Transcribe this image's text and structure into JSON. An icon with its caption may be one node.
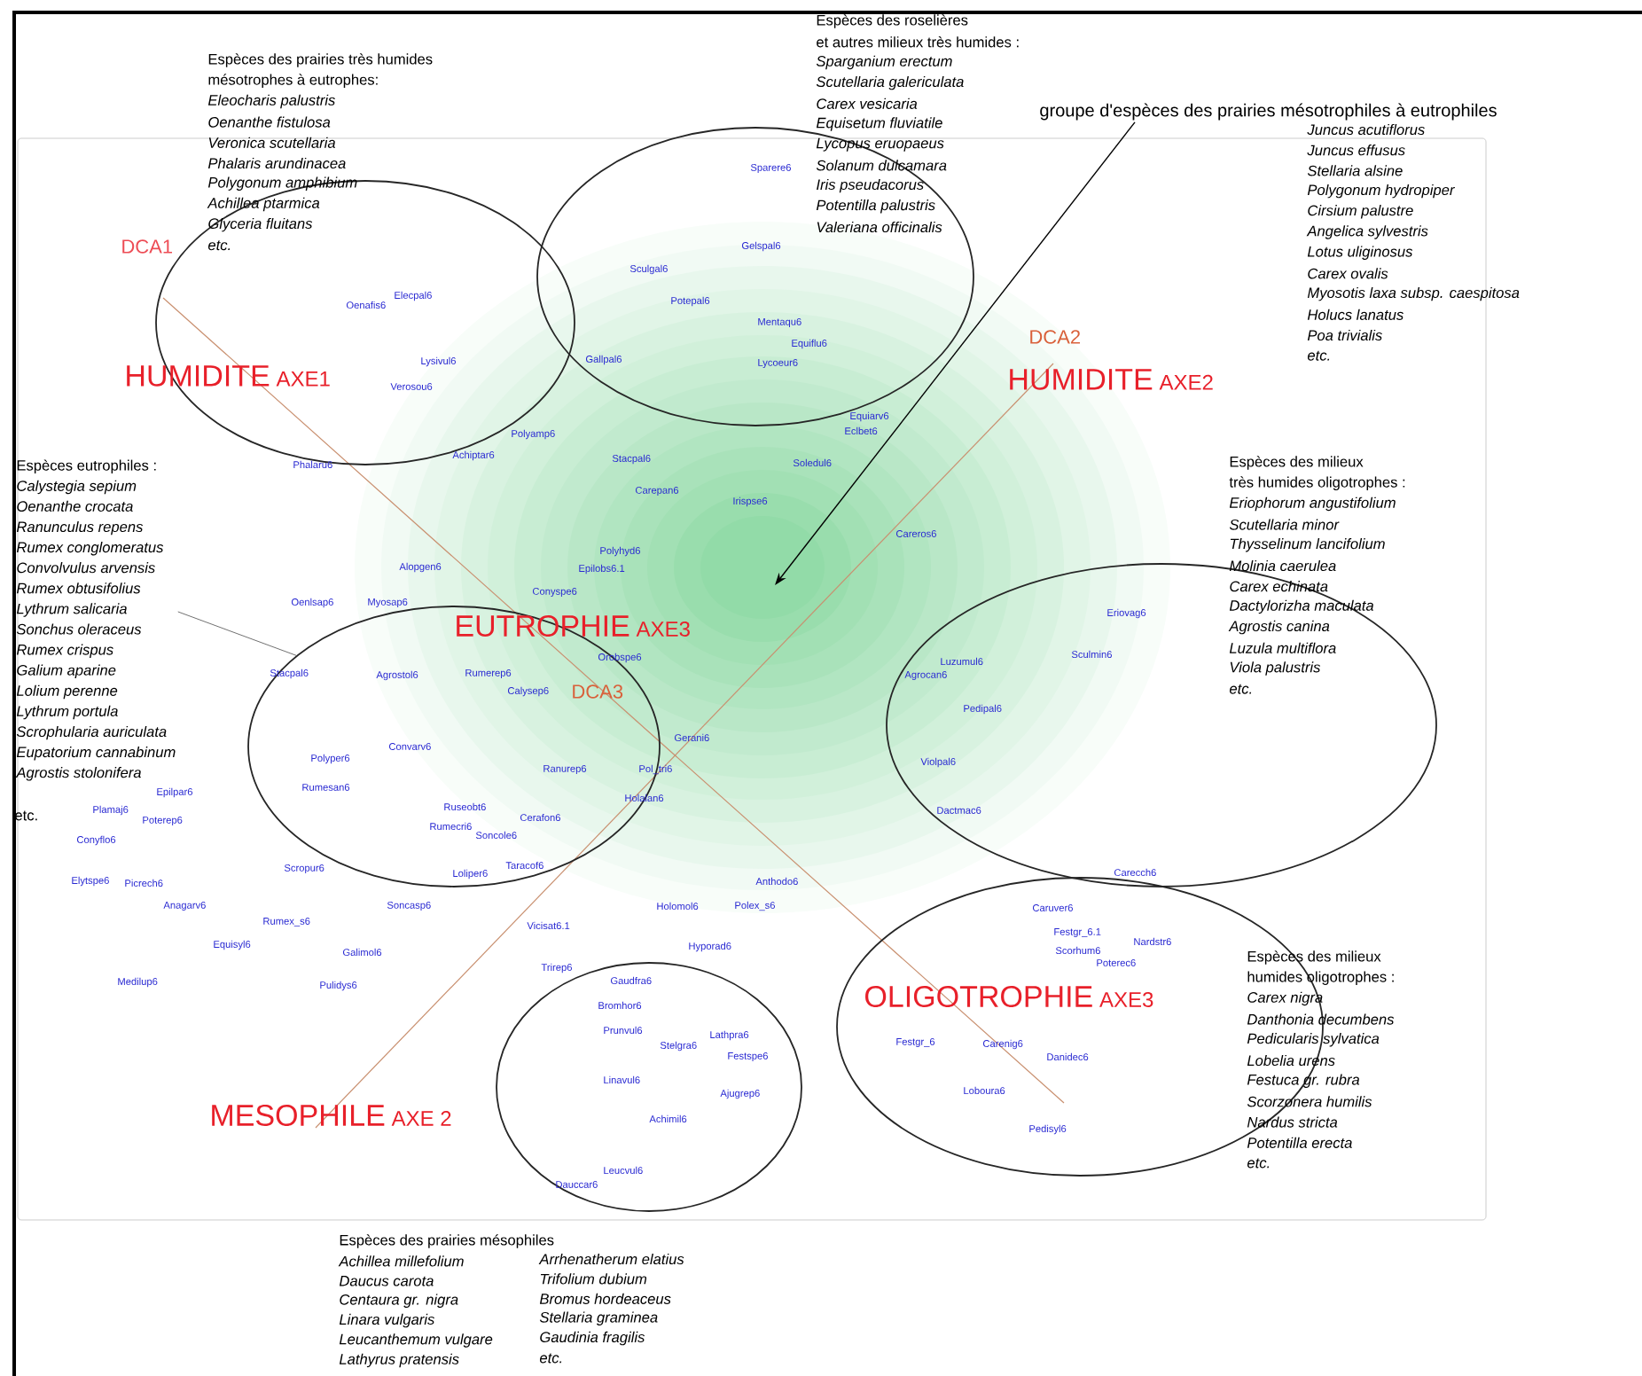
{
  "diagram": {
    "nodes": [
      {
        "text": [],
        "shape": "ellipse"
      },
      {
        "text": [],
        "shape": "ellipse"
      },
      {
        "text": [],
        "shape": "ellipse"
      },
      {
        "text": [],
        "shape": "ellipse"
      },
      {
        "text": [],
        "shape": "ellipse"
      },
      {
        "text": [],
        "shape": "ellipse"
      },
      {
        "text": [
          "groupe d'espèces des prairies mésotrophiles à eutrophiles"
        ]
      },
      {
        "text": [
          "Espèces eutrophiles :",
          "Calystegia sepium",
          "Oenanthe crocata",
          "Ranunculus repens",
          "Rumex conglomeratus",
          "Convolvulus arvensis",
          "Rumex obtusifolius",
          "Lythrum salicaria",
          "Sonchus oleraceus",
          "Rumex crispus",
          "Galium aparine",
          "Lolium perenne",
          "Lythrum portula",
          "Scrophularia auriculata",
          "Eupatorium cannabinum",
          "Agrostis stolonifera"
        ]
      }
    ],
    "edges": [
      {
        "from": 6,
        "to": null,
        "arrow": "to"
      },
      {
        "from": 7,
        "to": 2,
        "arrow": "none"
      }
    ],
    "labels": [
      "Espèces des roselières",
      "et autres milieux très humides :",
      "Sparganium erectum",
      "Scutellaria galericulata",
      "Carex vesicaria",
      "Equisetum fluviatile",
      "Lycopus eruopaeus",
      "Solanum dulcamara",
      "Iris pseudacorus",
      "Potentilla palustris",
      "Valeriana officinalis",
      "Espèces des prairies très humides",
      "mésotrophes à eutrophes:",
      "Eleocharis palustris",
      "Oenanthe fistulosa",
      "Veronica scutellaria",
      "Phalaris arundinacea",
      "Polygonum amphibium",
      "Achillea ptarmica",
      "Glyceria fluitans",
      "etc.",
      "Juncus acutiflorus",
      "Juncus effusus",
      "Stellaria alsine",
      "Polygonum hydropiper",
      "Cirsium palustre",
      "Angelica sylvestris",
      "Lotus uliginosus",
      "Carex ovalis",
      "Myosotis laxa subsp. caespitosa",
      "Holucs lanatus",
      "Poa trivialis",
      "etc.",
      "Espèces des milieux",
      "très humides oligotrophes :",
      "Eriophorum angustifolium",
      "Scutellaria minor",
      "Thysselinum lancifolium",
      "Molinia caerulea",
      "Carex echinata",
      "Dactylorizha maculata",
      "Agrostis canina",
      "Luzula multiflora",
      "Viola palustris",
      "etc.",
      "etc.",
      "Espèces des milieux",
      "humides oligotrophes :",
      "Carex nigra",
      "Danthonia decumbens",
      "Pedicularis sylvatica",
      "Lobelia urens",
      "Festuca gr. rubra",
      "Scorzonera humilis",
      "Nardus stricta",
      "Potentilla erecta",
      "etc.",
      "Espèces des prairies mésophiles",
      "Achillea millefolium",
      "Daucus carota",
      "Centaura gr. nigra",
      "Linara vulgaris",
      "Leucanthemum vulgare",
      "Lathyrus pratensis",
      "Arrhenatherum elatius",
      "Trifolium dubium",
      "Bromus hordeaceus",
      "Stellaria graminea",
      "Gaudinia fragilis",
      "etc.",
      "DCA1",
      "HUMIDITE",
      "AXE1",
      "DCA2",
      "HUMIDITE",
      "AXE2",
      "EUTROPHIE",
      "AXE3",
      "DCA3",
      "OLIGOTROPHIE",
      "AXE3",
      "MESOPHILE",
      "AXE 2",
      "Sparere6",
      "Gelspal6",
      "Sculgal6",
      "Potepal6",
      "Mentaqu6",
      "Equiflu6",
      "Gallpal6",
      "Lycoeur6",
      "Oenafis6",
      "Elecpal6",
      "Lysivul6",
      "Verosou6",
      "Polyamp6",
      "Achiptar6",
      "Phalaru6",
      "Equiarv6",
      "Eclbet6",
      "Stacpal6",
      "Soledul6",
      "Irispse6",
      "Carepan6",
      "Polyhyd6",
      "Epilobs6.1",
      "Conyspe6",
      "Alopgen6",
      "Oenlsap6",
      "Myosap6",
      "Stacpal6",
      "Agrostol6",
      "Rumerep6",
      "Calysep6",
      "Orobspe6",
      "Gerani6",
      "Ranurep6",
      "Pol_tri6",
      "Holalan6",
      "Polyper6",
      "Convarv6",
      "Rumesan6",
      "Epilpar6",
      "Plamaj6",
      "Poterep6",
      "Conyflo6",
      "Ruseobt6",
      "Rumecri6",
      "Soncole6",
      "Cerafon6",
      "Scropur6",
      "Loliper6",
      "Taracof6",
      "Elytspe6",
      "Picrech6",
      "Anagarv6",
      "Rumex_s6",
      "Soncasp6",
      "Vicisat6.1",
      "Holomol6",
      "Polex_s6",
      "Anthodo6",
      "Equisyl6",
      "Galimol6",
      "Medilup6",
      "Pulidys6",
      "Trirep6",
      "Gaudfra6",
      "Hyporad6",
      "Bromhor6",
      "Prunvul6",
      "Stelgra6",
      "Lathpra6",
      "Festspe6",
      "Linavul6",
      "Ajugrep6",
      "Achimil6",
      "Leucvul6",
      "Dauccar6",
      "Festgr_6",
      "Carenig6",
      "Danidec6",
      "Loboura6",
      "Pedisyl6",
      "Festgr_6.1",
      "Scorhum6",
      "Nardstr6",
      "Poterec6",
      "Caruver6",
      "Carecch6",
      "Eriovag6",
      "Sculmin6",
      "Luzumul6",
      "Agrocan6",
      "Pedipal6",
      "Violpal6",
      "Dactmac6",
      "Careros6"
    ]
  }
}
